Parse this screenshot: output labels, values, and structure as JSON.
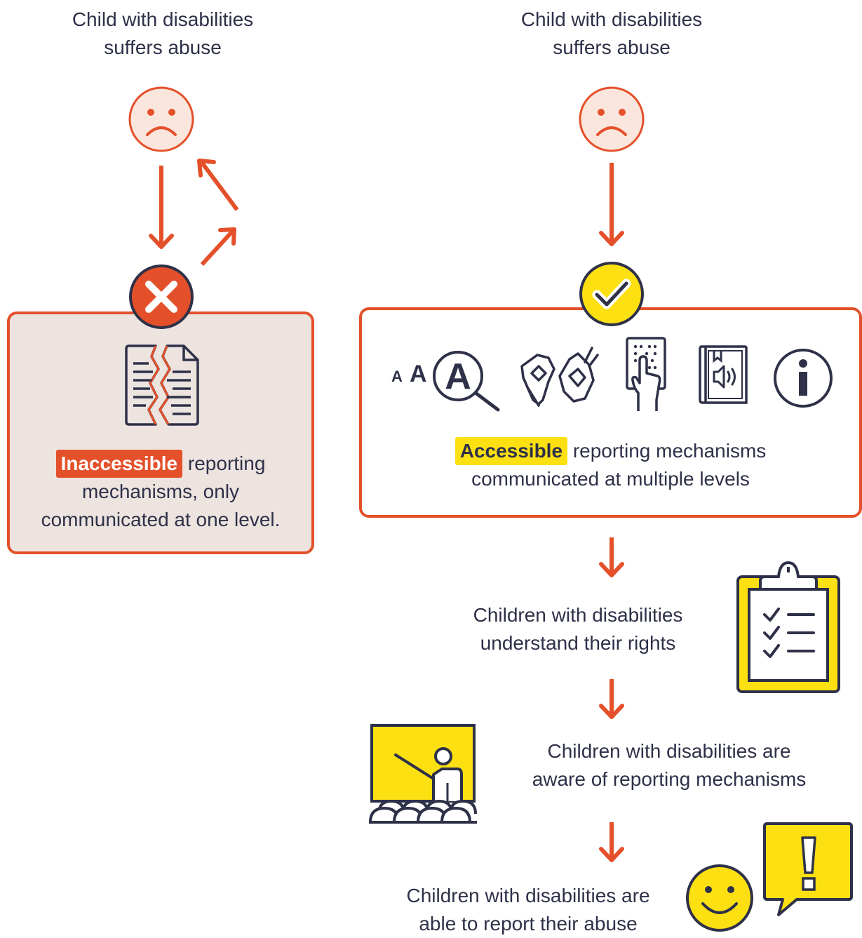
{
  "left": {
    "top_label_line1": "Child with disabilities",
    "top_label_line2": "suffers abuse",
    "status_icon": "cross-circle-icon",
    "box_icon": "torn-document-icon",
    "highlight": "Inaccessible",
    "line1_rest": "reporting",
    "line2": "mechanisms, only",
    "line3": "communicated at one level."
  },
  "right": {
    "top_label_line1": "Child with disabilities",
    "top_label_line2": "suffers abuse",
    "status_icon": "check-circle-icon",
    "box_icons": [
      "text-size-magnifier-icon",
      "sign-language-icon",
      "braille-touch-icon",
      "audio-book-icon",
      "info-icon"
    ],
    "highlight": "Accessible",
    "line1_rest": "reporting mechanisms",
    "line2": "communicated at multiple levels",
    "step1_line1": "Children with disabilities",
    "step1_line2": "understand their rights",
    "step1_icon": "checklist-clipboard-icon",
    "step2_line1": "Children with disabilities are",
    "step2_line2": "aware of reporting mechanisms",
    "step2_icon": "presentation-audience-icon",
    "step3_line1": "Children with disabilities are",
    "step3_line2": "able to report their abuse",
    "step3_icon": "smiley-alert-icon"
  },
  "colors": {
    "accent": "#e4502a",
    "highlight": "#fde012",
    "ink": "#2e3148",
    "box_fill": "#ede4e0",
    "face_fill": "#fbe6dd"
  }
}
